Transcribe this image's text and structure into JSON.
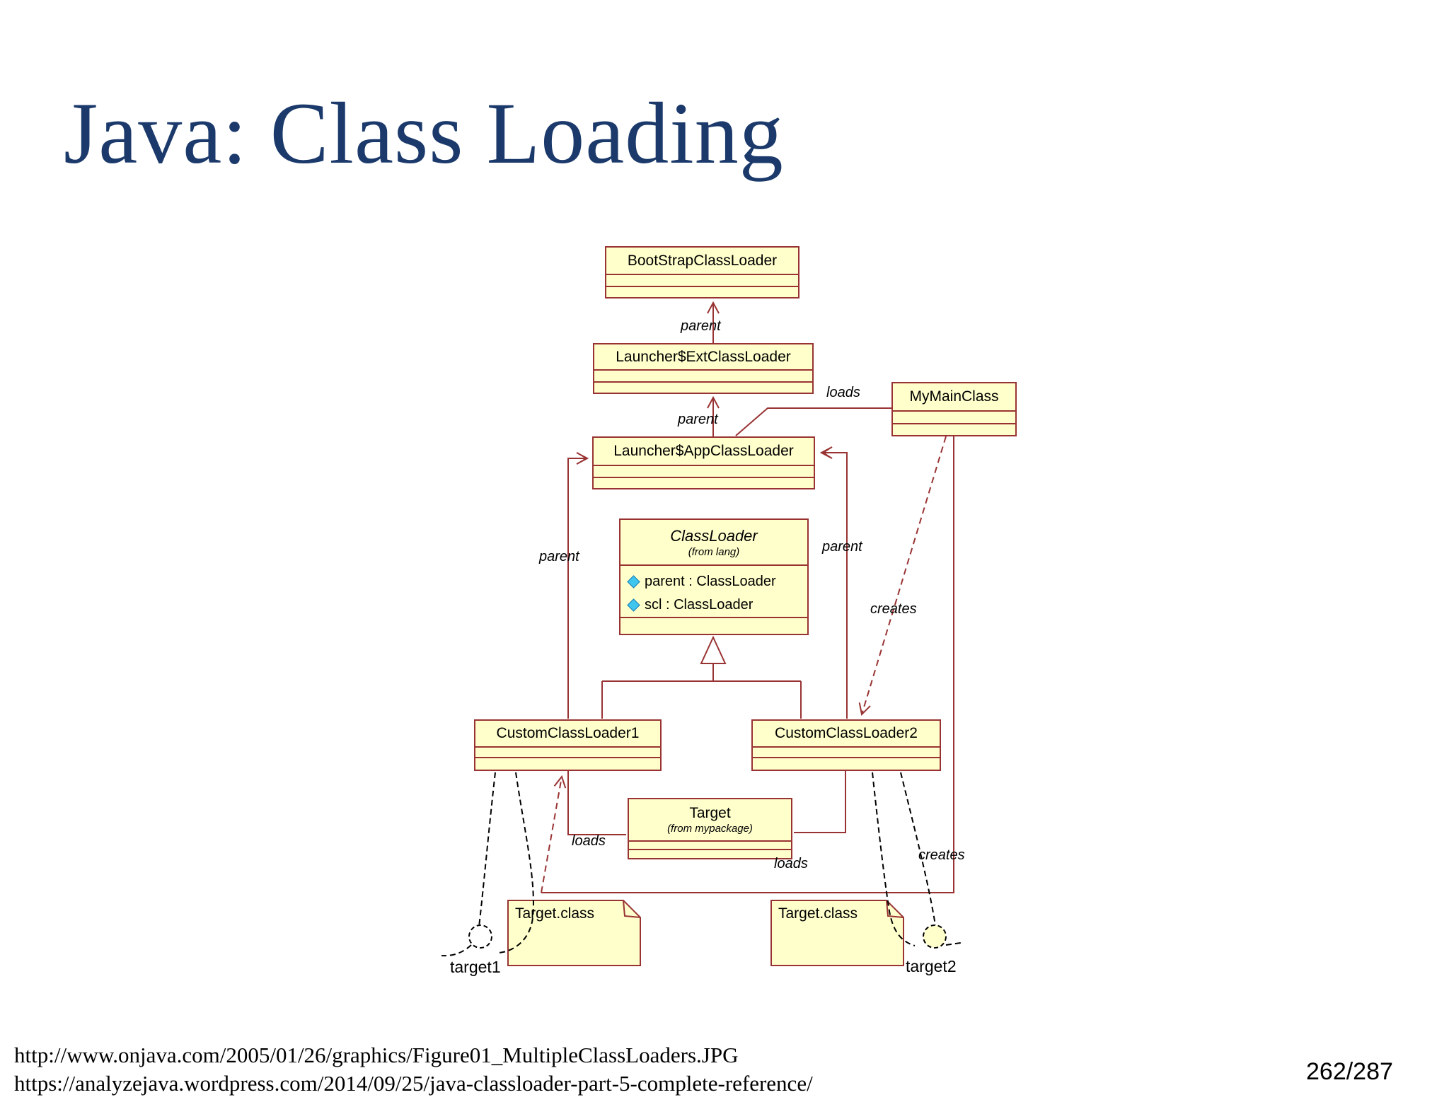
{
  "slide": {
    "title": "Java: Class Loading",
    "page": "262/287",
    "sources": [
      "http://www.onjava.com/2005/01/26/graphics/Figure01_MultipleClassLoaders.JPG",
      "https://analyzejava.wordpress.com/2014/09/25/java-classloader-part-5-complete-reference/"
    ]
  },
  "diagram": {
    "classes": [
      {
        "name": "BootStrapClassLoader"
      },
      {
        "name": "Launcher$ExtClassLoader"
      },
      {
        "name": "MyMainClass"
      },
      {
        "name": "Launcher$AppClassLoader"
      },
      {
        "name": "ClassLoader",
        "stereotype": "(from lang)",
        "attributes": [
          "parent : ClassLoader",
          "scl : ClassLoader"
        ]
      },
      {
        "name": "CustomClassLoader1"
      },
      {
        "name": "CustomClassLoader2"
      },
      {
        "name": "Target",
        "stereotype": "(from mypackage)"
      }
    ],
    "notes": [
      {
        "label": "Target.class"
      },
      {
        "label": "Target.class"
      }
    ],
    "instances": [
      "target1",
      "target2"
    ],
    "edge_labels": {
      "parent": "parent",
      "loads": "loads",
      "creates": "creates"
    }
  },
  "colors": {
    "box_fill": "#FFFFCC",
    "box_border": "#993333",
    "connector": "#993333",
    "anchor_line": "#000000",
    "title_color": "#1B3A6B",
    "attribute_icon": "#3FC6EF"
  }
}
